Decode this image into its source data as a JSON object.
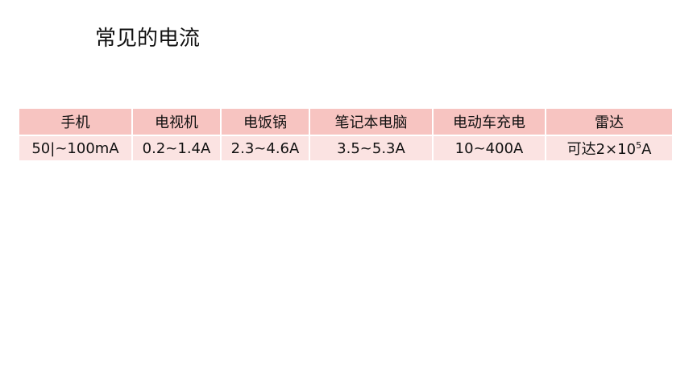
{
  "title": "常见的电流",
  "table": {
    "headers": [
      "手机",
      "电视机",
      "电饭锅",
      "笔记本电脑",
      "电动车充电",
      "雷达"
    ],
    "values": [
      "50|~100mA",
      "0.2~1.4A",
      "2.3~4.6A",
      "3.5~5.3A",
      "10~400A"
    ],
    "radar_value": {
      "prefix": "可达2×10",
      "exponent": "5",
      "unit": "A"
    }
  }
}
